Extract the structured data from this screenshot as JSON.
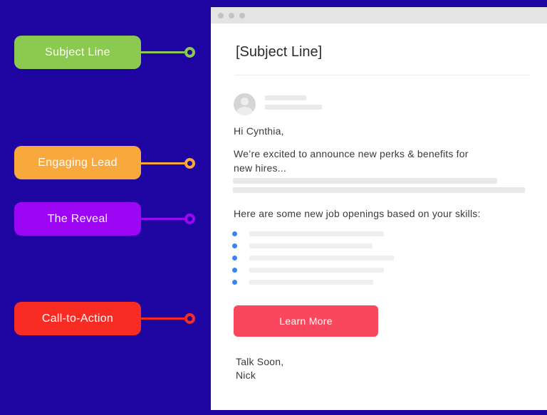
{
  "colors": {
    "background": "#1E05A2",
    "subject_line_label": "#8CC951",
    "engaging_lead_label": "#F9A83C",
    "the_reveal_label": "#9D05F5",
    "call_to_action_label": "#F92C24",
    "cta_button": "#F9485E",
    "bullet_dot": "#3D82F4",
    "placeholder_bar": "#E9E9E9",
    "titlebar": "#E4E4E4"
  },
  "annotations": [
    {
      "label": "Subject Line"
    },
    {
      "label": "Engaging Lead"
    },
    {
      "label": "The Reveal"
    },
    {
      "label": "Call-to-Action"
    }
  ],
  "browser": {
    "window_controls_count": 3,
    "email": {
      "subject": "[Subject Line]",
      "greeting": "Hi Cynthia,",
      "lead_line1": "We’re excited to announce new perks & benefits for",
      "lead_line2": "new hires...",
      "reveal_intro": "Here are some new job openings based on your skills:",
      "bullet_count": 5,
      "cta_label": "Learn More",
      "signoff_line1": "Talk Soon,",
      "signoff_line2": "Nick"
    }
  }
}
